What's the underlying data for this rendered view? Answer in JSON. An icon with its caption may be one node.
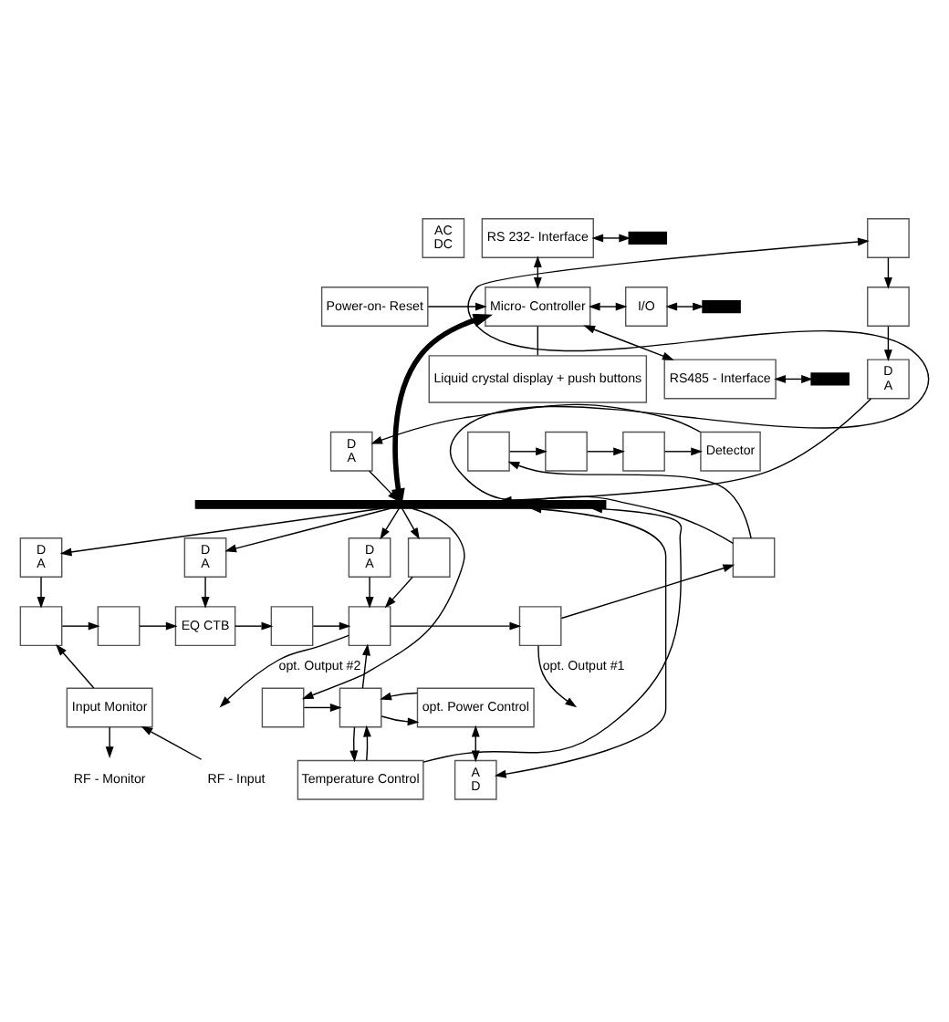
{
  "diagram": {
    "nodes": [
      {
        "text": [
          "AC",
          "DC"
        ]
      },
      {
        "text": [
          "Power-on- Reset"
        ]
      },
      {
        "text": [
          "Micro- Controller"
        ]
      },
      {
        "text": [
          "Liquid crystal display + push buttons"
        ]
      },
      {
        "text": [
          "RS 232- Interface"
        ]
      },
      {
        "text": [
          "I/O"
        ]
      },
      {
        "text": [
          "RS485 - Interface"
        ]
      },
      {
        "text": [],
        "shape": "bar"
      },
      {
        "text": [],
        "shape": "bar"
      },
      {
        "text": [],
        "shape": "bar"
      },
      {
        "text": [
          "D",
          "A"
        ]
      },
      {
        "text": [],
        "shape": "box"
      },
      {
        "text": [],
        "shape": "box"
      },
      {
        "text": [],
        "shape": "box"
      },
      {
        "text": [],
        "shape": "box"
      },
      {
        "text": [],
        "shape": "box"
      },
      {
        "text": [
          "Detector"
        ]
      },
      {
        "text": [
          "D",
          "A"
        ]
      },
      {
        "text": [],
        "shape": "bar"
      },
      {
        "text": [
          "D",
          "A"
        ]
      },
      {
        "text": [],
        "shape": "box"
      },
      {
        "text": [
          "Input Monitor"
        ]
      },
      {
        "text": [
          "RF - Input"
        ]
      },
      {
        "text": [
          "RF - Monitor"
        ]
      },
      {
        "text": [],
        "shape": "box"
      },
      {
        "text": [
          "D",
          "A"
        ]
      },
      {
        "text": [
          "EQ CTB"
        ]
      },
      {
        "text": [],
        "shape": "box"
      },
      {
        "text": [],
        "shape": "box"
      },
      {
        "text": [
          "D",
          "A"
        ]
      },
      {
        "text": [],
        "shape": "box"
      },
      {
        "text": [],
        "shape": "box"
      },
      {
        "text": [],
        "shape": "box"
      },
      {
        "text": [],
        "shape": "box"
      },
      {
        "text": [],
        "shape": "box"
      },
      {
        "text": [
          "opt. Power Control"
        ]
      },
      {
        "text": [
          "Temperature Control"
        ]
      },
      {
        "text": [
          "A",
          "D"
        ]
      }
    ],
    "edges": [
      {
        "from": 2,
        "to": 18,
        "arrow": "both",
        "style": "thick"
      },
      {
        "from": 1,
        "to": 2,
        "arrow": "to"
      },
      {
        "from": 4,
        "to": 2,
        "arrow": "both"
      },
      {
        "from": 2,
        "to": 5,
        "arrow": "both"
      },
      {
        "from": 2,
        "to": 6,
        "arrow": "both"
      },
      {
        "from": 2,
        "to": 3,
        "arrow": "none"
      },
      {
        "from": 4,
        "to": 7,
        "arrow": "both"
      },
      {
        "from": 5,
        "to": 8,
        "arrow": "both"
      },
      {
        "from": 6,
        "to": 9,
        "arrow": "both"
      },
      {
        "from": 34,
        "to": 12,
        "arrow": "to"
      },
      {
        "from": 34,
        "to": 13,
        "arrow": "to"
      },
      {
        "from": 12,
        "to": 11,
        "arrow": "to"
      },
      {
        "from": 11,
        "to": 10,
        "arrow": "to"
      },
      {
        "from": 10,
        "to": 18,
        "arrow": "to"
      },
      {
        "from": 13,
        "to": 14,
        "arrow": "to"
      },
      {
        "from": 14,
        "to": 15,
        "arrow": "to"
      },
      {
        "from": 15,
        "to": 16,
        "arrow": "to"
      },
      {
        "from": 16,
        "to": 17,
        "arrow": "to"
      },
      {
        "from": 17,
        "to": 18,
        "arrow": "to"
      },
      {
        "from": 18,
        "to": 19,
        "arrow": "to"
      },
      {
        "from": 19,
        "to": 20,
        "arrow": "to"
      },
      {
        "from": 22,
        "to": 21,
        "arrow": "to"
      },
      {
        "from": 21,
        "to": 20,
        "arrow": "to"
      },
      {
        "from": 21,
        "to": 23,
        "arrow": "to"
      },
      {
        "from": 20,
        "to": 24,
        "arrow": "to"
      },
      {
        "from": 24,
        "to": 26,
        "arrow": "to"
      },
      {
        "from": 18,
        "to": 25,
        "arrow": "to"
      },
      {
        "from": 25,
        "to": 26,
        "arrow": "to"
      },
      {
        "from": 26,
        "to": 27,
        "arrow": "to"
      },
      {
        "from": 27,
        "to": 30,
        "arrow": "to"
      },
      {
        "from": 18,
        "to": 28,
        "arrow": "to"
      },
      {
        "from": 28,
        "to": 30,
        "arrow": "to"
      },
      {
        "from": 18,
        "to": 29,
        "arrow": "to"
      },
      {
        "from": 29,
        "to": 30,
        "arrow": "to"
      },
      {
        "from": 18,
        "to": 32,
        "arrow": "to"
      },
      {
        "from": 32,
        "to": 31,
        "arrow": "to"
      },
      {
        "from": 31,
        "to": 30,
        "arrow": "to"
      },
      {
        "from": 30,
        "to": 33,
        "arrow": "to"
      },
      {
        "from": 33,
        "to": null,
        "arrow": "to",
        "label": "opt. Output #1"
      },
      {
        "from": 30,
        "to": null,
        "arrow": "to",
        "label": "opt. Output #2"
      },
      {
        "from": 33,
        "to": 34,
        "arrow": "to"
      },
      {
        "from": 31,
        "to": 35,
        "arrow": "to"
      },
      {
        "from": 35,
        "to": 31,
        "arrow": "to"
      },
      {
        "from": 31,
        "to": 36,
        "arrow": "to"
      },
      {
        "from": 36,
        "to": 31,
        "arrow": "to"
      },
      {
        "from": 36,
        "to": 18,
        "arrow": "to"
      },
      {
        "from": 35,
        "to": 37,
        "arrow": "both"
      },
      {
        "from": 18,
        "to": 37,
        "arrow": "both"
      }
    ]
  }
}
